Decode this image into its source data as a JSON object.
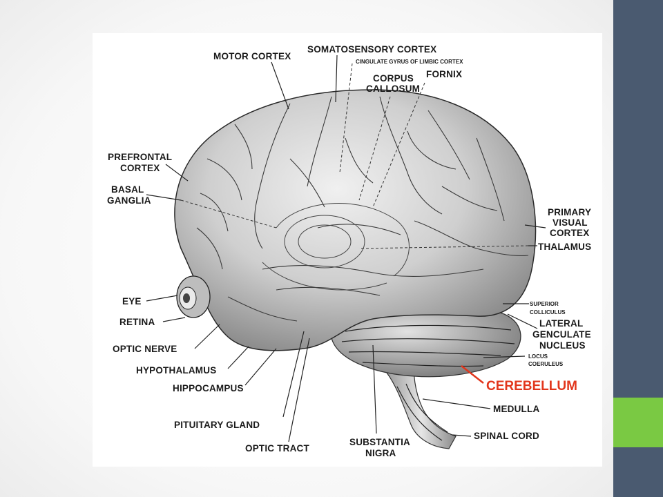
{
  "colors": {
    "sidebar": "#4a5a70",
    "accent": "#7ac943",
    "highlight_label": "#e2361c"
  },
  "labels": {
    "motor_cortex": "MOTOR CORTEX",
    "somatosensory_cortex": "SOMATOSENSORY CORTEX",
    "cingulate_gyrus": "CINGULATE GYRUS OF LIMBIC CORTEX",
    "corpus_callosum": [
      "CORPUS",
      "CALLOSUM"
    ],
    "fornix": "FORNIX",
    "prefrontal_cortex": [
      "PREFRONTAL",
      "CORTEX"
    ],
    "basal_ganglia": [
      "BASAL",
      "GANGLIA"
    ],
    "primary_visual_cortex": [
      "PRIMARY",
      "VISUAL",
      "CORTEX"
    ],
    "thalamus": "THALAMUS",
    "eye": "EYE",
    "retina": "RETINA",
    "superior_colliculus": [
      "SUPERIOR",
      "COLLICULUS"
    ],
    "lateral_geniculate_nucleus": [
      "LATERAL",
      "GENCULATE",
      "NUCLEUS"
    ],
    "optic_nerve": "OPTIC NERVE",
    "hypothalamus": "HYPOTHALAMUS",
    "locus_coeruleus": [
      "LOCUS",
      "COERULEUS"
    ],
    "cerebellum": "CEREBELLUM",
    "hippocampus": "HIPPOCAMPUS",
    "medulla": "MEDULLA",
    "pituitary_gland": "PITUITARY GLAND",
    "spinal_cord": "SPINAL CORD",
    "substantia_nigra": [
      "SUBSTANTIA",
      "NIGRA"
    ],
    "optic_tract": "OPTIC TRACT"
  }
}
